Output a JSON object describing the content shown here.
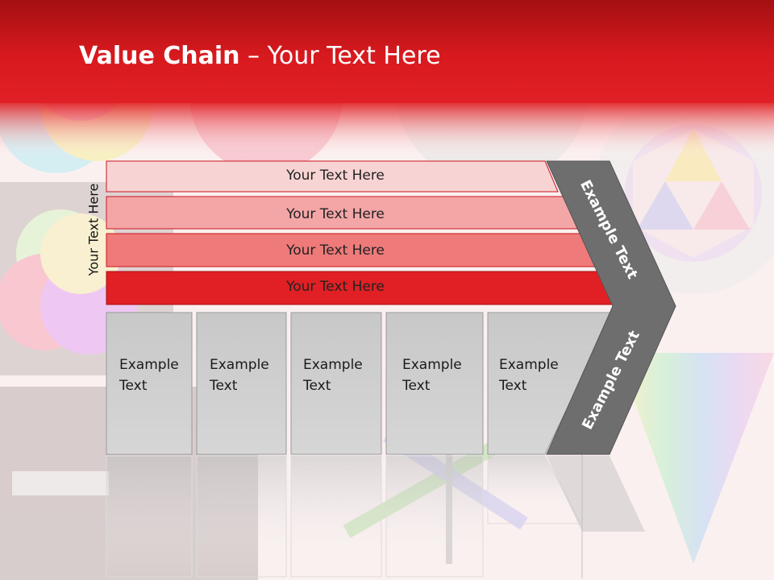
{
  "title": {
    "bold": "Value Chain",
    "rest": " – Your Text Here"
  },
  "side_label": "Your Text Here",
  "rows": [
    {
      "label": "Your Text Here",
      "color": "#f8d3d4"
    },
    {
      "label": "Your Text Here",
      "color": "#f4a6a7"
    },
    {
      "label": "Your Text Here",
      "color": "#ef7a7a"
    },
    {
      "label": "Your Text Here",
      "color": "#e02024"
    }
  ],
  "boxes": [
    {
      "line1": "Example",
      "line2": "Text"
    },
    {
      "line1": "Example",
      "line2": "Text"
    },
    {
      "line1": "Example",
      "line2": "Text"
    },
    {
      "line1": "Example",
      "line2": "Text"
    },
    {
      "line1": "Example",
      "line2": "Text"
    }
  ],
  "arrow_labels": [
    "Example Text",
    "Example Text"
  ],
  "colors": {
    "header": "#c8161c",
    "arrow": "#6e6e6e",
    "box": "#cdcdcd"
  }
}
